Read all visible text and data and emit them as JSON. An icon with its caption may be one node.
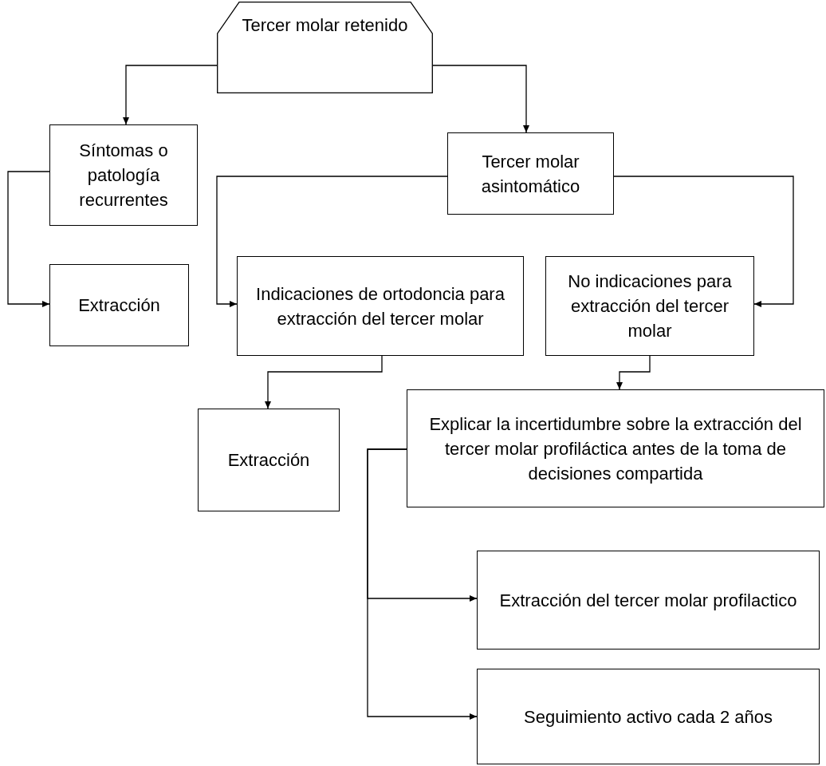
{
  "diagram": {
    "nodes": [
      {
        "text": [
          "Tercer molar retenido"
        ]
      },
      {
        "text": [
          "Síntomas o patología recurrentes"
        ]
      },
      {
        "text": [
          "Tercer molar asintomático"
        ]
      },
      {
        "text": [
          "Extracción"
        ]
      },
      {
        "text": [
          "Indicaciones de ortodoncia para extracción del tercer molar"
        ]
      },
      {
        "text": [
          "No indicaciones para extracción del tercer molar"
        ]
      },
      {
        "text": [
          "Extracción"
        ]
      },
      {
        "text": [
          "Explicar la incertidumbre sobre la extracción del tercer molar profiláctica antes de la toma de decisiones compartida"
        ]
      },
      {
        "text": [
          "Extracción del tercer molar profilactico"
        ]
      },
      {
        "text": [
          "Seguimiento activo cada 2 años"
        ]
      }
    ],
    "edges": [
      {
        "from": 0,
        "to": 1,
        "arrow": "to"
      },
      {
        "from": 0,
        "to": 2,
        "arrow": "to"
      },
      {
        "from": 1,
        "to": 3,
        "arrow": "to"
      },
      {
        "from": 2,
        "to": 4,
        "arrow": "to"
      },
      {
        "from": 2,
        "to": 5,
        "arrow": "to"
      },
      {
        "from": 4,
        "to": 6,
        "arrow": "to"
      },
      {
        "from": 5,
        "to": 7,
        "arrow": "to"
      },
      {
        "from": 7,
        "to": 8,
        "arrow": "to"
      },
      {
        "from": 7,
        "to": 9,
        "arrow": "to"
      }
    ]
  }
}
